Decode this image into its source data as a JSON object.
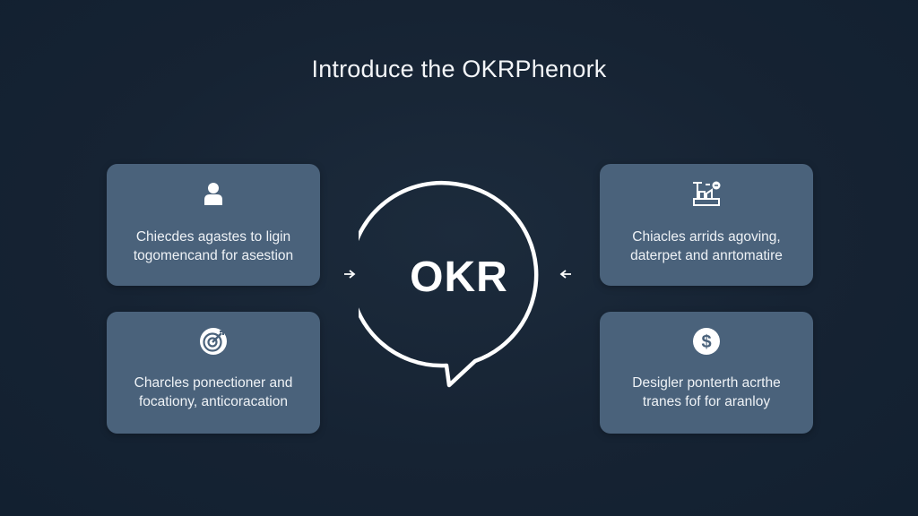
{
  "slide": {
    "title": "Introduce the OKRPhenork",
    "center_label": "OKR"
  },
  "cards": {
    "top_left": {
      "icon": "person-icon",
      "line1": "Chiecdes agastes to ligin",
      "line2": "togomencand for asestion"
    },
    "top_right": {
      "icon": "chart-tools-icon",
      "line1": "Chiacles arrids agoving,",
      "line2": "daterpet and anrtomatire"
    },
    "bottom_left": {
      "icon": "target-icon",
      "line1": "Charcles ponectioner and",
      "line2": "focationy, anticoracation"
    },
    "bottom_right": {
      "icon": "dollar-icon",
      "line1": "Desigler ponterth acrthe",
      "line2": "tranes fof for aranloy"
    }
  },
  "colors": {
    "background": "#162333",
    "card": "#4a627b",
    "text": "#eef2f6",
    "outline": "#ffffff"
  }
}
